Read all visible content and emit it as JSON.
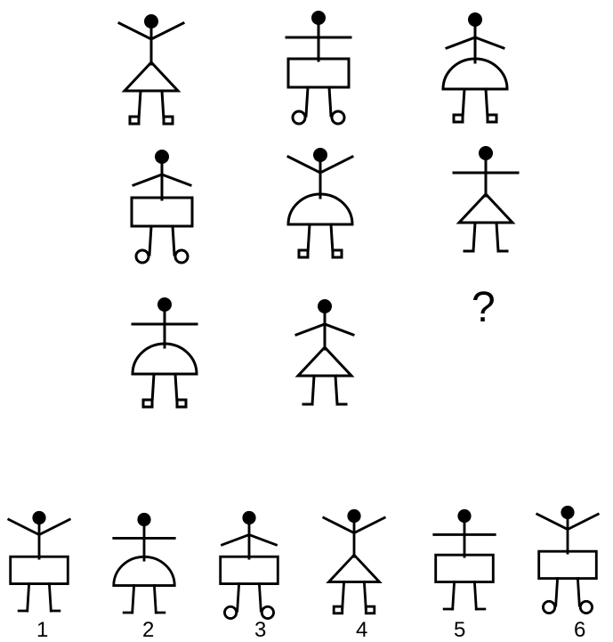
{
  "puzzle": {
    "question_mark": "?",
    "grid": [
      {
        "arms": "raised",
        "body": "triangle",
        "feet": "square"
      },
      {
        "arms": "straight",
        "body": "rectangle",
        "feet": "circle"
      },
      {
        "arms": "lowered",
        "body": "semicircle",
        "feet": "square"
      },
      {
        "arms": "lowered",
        "body": "rectangle",
        "feet": "circle"
      },
      {
        "arms": "raised",
        "body": "semicircle",
        "feet": "square"
      },
      {
        "arms": "straight",
        "body": "triangle",
        "feet": "none"
      },
      {
        "arms": "straight",
        "body": "semicircle",
        "feet": "square"
      },
      {
        "arms": "lowered",
        "body": "triangle",
        "feet": "none"
      }
    ]
  },
  "options": [
    {
      "label": "1",
      "arms": "raised",
      "body": "rectangle",
      "feet": "none"
    },
    {
      "label": "2",
      "arms": "straight",
      "body": "semicircle",
      "feet": "none"
    },
    {
      "label": "3",
      "arms": "lowered",
      "body": "rectangle",
      "feet": "circle"
    },
    {
      "label": "4",
      "arms": "raised",
      "body": "triangle",
      "feet": "square"
    },
    {
      "label": "5",
      "arms": "straight",
      "body": "rectangle",
      "feet": "none"
    },
    {
      "label": "6",
      "arms": "raised",
      "body": "rectangle",
      "feet": "circle"
    }
  ]
}
